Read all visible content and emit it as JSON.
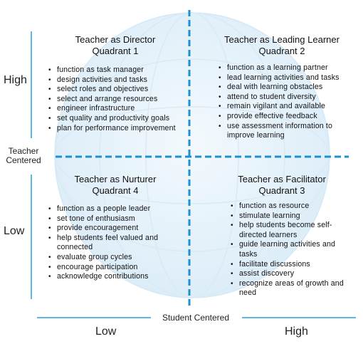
{
  "colors": {
    "accent": "#1e90d0",
    "line": "#5bb8e0",
    "globe": "#e3f1fa"
  },
  "axes": {
    "y_high": "High",
    "y_low": "Low",
    "y_title_line1": "Teacher",
    "y_title_line2": "Centered",
    "x_low": "Low",
    "x_high": "High",
    "x_title": "Student Centered"
  },
  "quadrants": [
    {
      "title": "Teacher as Director",
      "subtitle": "Quadrant 1",
      "items": [
        "function as task manager",
        "design activities and tasks",
        "select roles and objectives",
        "select and arrange resources",
        "engineer infrastructure",
        "set quality and productivity goals",
        "plan for performance improvement"
      ]
    },
    {
      "title": "Teacher as Leading Learner",
      "subtitle": "Quadrant 2",
      "items": [
        "function as a learning partner",
        "lead learning activities and tasks",
        "deal with learning obstacles",
        "attend to student diversity",
        "remain vigilant and available",
        "provide effective feedback",
        "use assessment information to improve learning"
      ]
    },
    {
      "title": "Teacher as Nurturer",
      "subtitle": "Quadrant 4",
      "items": [
        "function as a people leader",
        "set tone of enthusiasm",
        "provide encouragement",
        "help students feel valued and connected",
        "evaluate group cycles",
        "encourage participation",
        "acknowledge contributions"
      ]
    },
    {
      "title": "Teacher as Facilitator",
      "subtitle": "Quadrant 3",
      "items": [
        "function as resource",
        "stimulate learning",
        "help students become self-directed learners",
        "guide learning activities and tasks",
        "facilitate discussions",
        "assist discovery",
        "recognize areas of growth and need"
      ]
    }
  ]
}
